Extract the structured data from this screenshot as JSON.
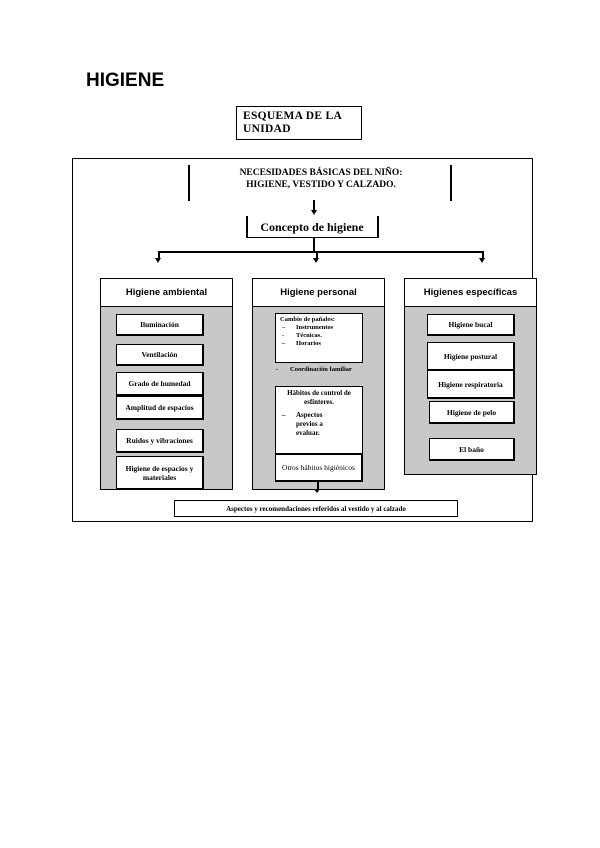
{
  "page": {
    "title": "HIGIENE"
  },
  "schema": {
    "line1": "ESQUEMA DE LA",
    "line2": "UNIDAD"
  },
  "needs": {
    "line1": "NECESIDADES BÁSICAS DEL NIÑO:",
    "line2": "HIGIENE, VESTIDO Y CALZADO."
  },
  "concept": {
    "label": "Concepto de higiene"
  },
  "ambiental": {
    "title": "Higiene ambiental",
    "items": [
      "Iluminación",
      "Ventilación",
      "Grado de humedad",
      "Amplitud de espacios",
      "Ruidos y vibraciones",
      "Higiene de espacios y materiales"
    ]
  },
  "personal": {
    "title": "Higiene personal",
    "panales": {
      "title": "Cambio de pañales:",
      "items": [
        "Instrumentos",
        "Técnicas.",
        "Horarios"
      ],
      "extra": "Coordinación familiar"
    },
    "esfinteres": {
      "title": "Hábitos de control de esfínteres.",
      "item": "Aspectos previos a evaluar."
    },
    "otros": "Otros hábitos higiénicos"
  },
  "especificas": {
    "title": "Higienes específicas",
    "items": [
      "Higiene bucal",
      "Higiene postural",
      "Higiene respiratoria",
      "Higiene de pelo",
      "El baño"
    ]
  },
  "bottom": {
    "label": "Aspectos y recomendaciones referidos al vestido y al calzado"
  }
}
